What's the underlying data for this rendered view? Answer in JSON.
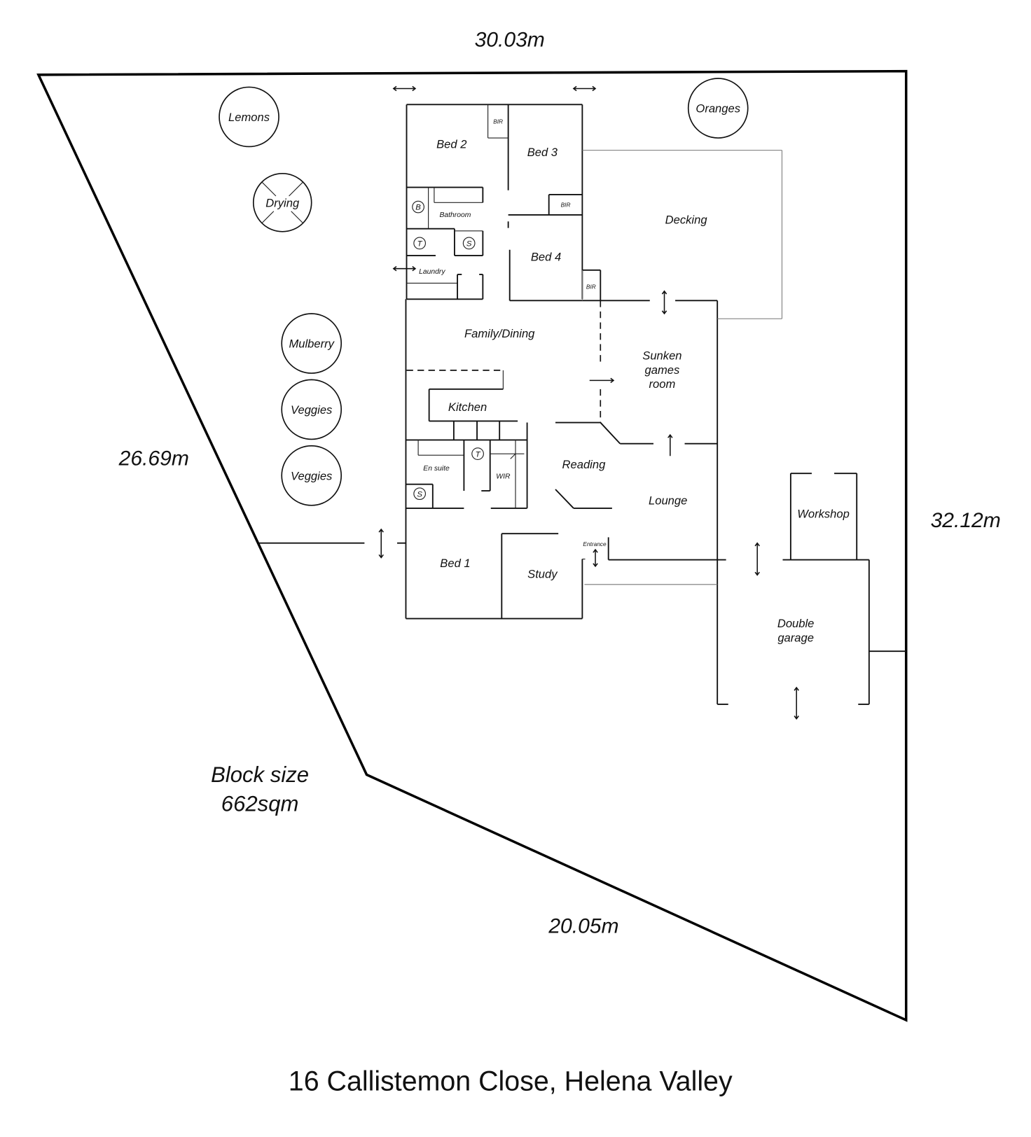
{
  "title": "16 Callistemon Close, Helena Valley",
  "block": {
    "line1": "Block size",
    "line2": "662sqm"
  },
  "dimensions": {
    "top": "30.03m",
    "left": "26.69m",
    "right": "32.12m",
    "bottom": "20.05m"
  },
  "rooms": {
    "bed2": "Bed 2",
    "bed3": "Bed 3",
    "bed4": "Bed 4",
    "bed1": "Bed 1",
    "bathroom": "Bathroom",
    "laundry": "Laundry",
    "family_dining": "Family/Dining",
    "kitchen": "Kitchen",
    "en_suite": "En suite",
    "wir": "WIR",
    "reading": "Reading",
    "lounge": "Lounge",
    "study": "Study",
    "entrance": "Entrance",
    "sunken_line1": "Sunken",
    "sunken_line2": "games",
    "sunken_line3": "room",
    "decking": "Decking",
    "workshop": "Workshop",
    "garage_line1": "Double",
    "garage_line2": "garage"
  },
  "built_in_robes": {
    "bed2": "BIR",
    "bed3": "BIR",
    "bed4": "BIR"
  },
  "fixtures": {
    "bath": "B",
    "toilet": "T",
    "shower": "S",
    "ensuite_toilet": "T",
    "ensuite_shower": "S"
  },
  "garden": {
    "lemons": "Lemons",
    "oranges": "Oranges",
    "drying": "Drying",
    "mulberry": "Mulberry",
    "veggies_1": "Veggies",
    "veggies_2": "Veggies"
  },
  "colors": {
    "line": "#000000",
    "background": "#ffffff"
  }
}
